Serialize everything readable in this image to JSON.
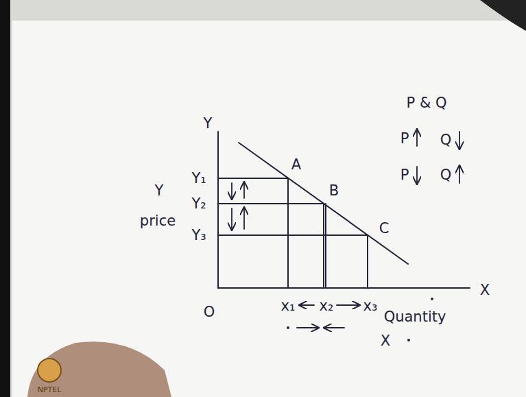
{
  "diagram": {
    "labels": [
      "Y",
      "Y₁",
      "Y₂",
      "Y₃",
      "A",
      "B",
      "C",
      "Y",
      "price",
      "O",
      "x₁",
      "x₂",
      "x₃",
      "X",
      "Quantity",
      "X",
      "P & Q",
      "P",
      "Q",
      "P",
      "Q",
      "NPTEL"
    ]
  }
}
